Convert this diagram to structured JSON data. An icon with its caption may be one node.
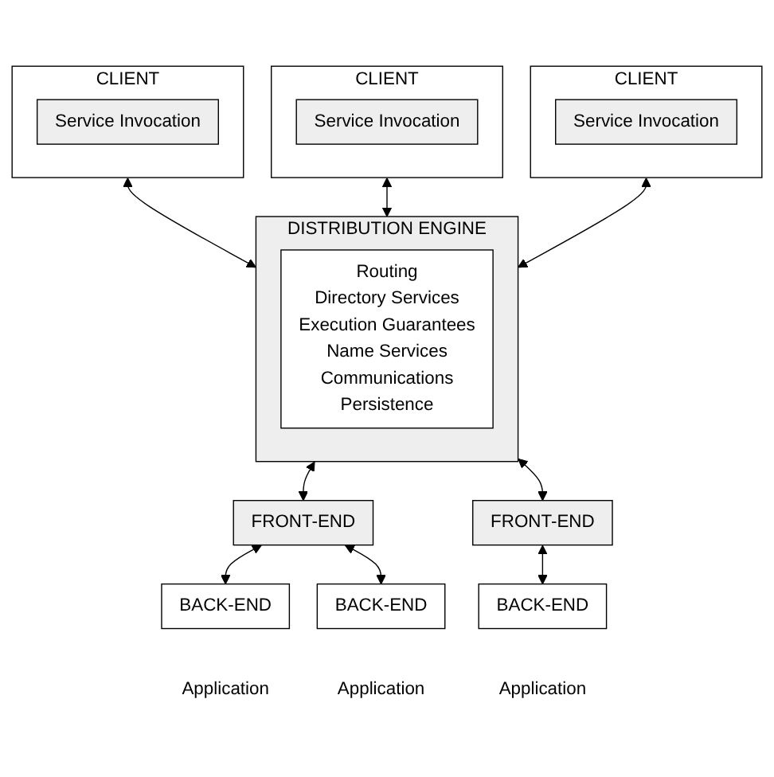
{
  "diagram": {
    "nodes": [
      {
        "text": [
          "CLIENT"
        ]
      },
      {
        "text": [
          "Service Invocation"
        ],
        "in": 0
      },
      {
        "text": [
          "CLIENT"
        ]
      },
      {
        "text": [
          "Service Invocation"
        ],
        "in": 2
      },
      {
        "text": [
          "CLIENT"
        ]
      },
      {
        "text": [
          "Service Invocation"
        ],
        "in": 4
      },
      {
        "text": [
          "DISTRIBUTION ENGINE"
        ]
      },
      {
        "text": [
          "Routing",
          "Directory Services",
          "Execution Guarantees",
          "Name Services",
          "Communications",
          "Persistence"
        ],
        "in": 6
      },
      {
        "text": [
          "FRONT-END"
        ]
      },
      {
        "text": [
          "FRONT-END"
        ]
      },
      {
        "text": [
          "BACK-END"
        ],
        "beside": [
          "Application"
        ]
      },
      {
        "text": [
          "BACK-END"
        ],
        "beside": [
          "Application"
        ]
      },
      {
        "text": [
          "BACK-END"
        ],
        "beside": [
          "Application"
        ]
      }
    ],
    "edges": [
      {
        "from": 0,
        "to": 6,
        "arrow": "both"
      },
      {
        "from": 2,
        "to": 6,
        "arrow": "both"
      },
      {
        "from": 4,
        "to": 6,
        "arrow": "both"
      },
      {
        "from": 6,
        "to": 8,
        "arrow": "both"
      },
      {
        "from": 6,
        "to": 9,
        "arrow": "both"
      },
      {
        "from": 8,
        "to": 10,
        "arrow": "both"
      },
      {
        "from": 8,
        "to": 11,
        "arrow": "both"
      },
      {
        "from": 9,
        "to": 12,
        "arrow": "both"
      }
    ]
  }
}
